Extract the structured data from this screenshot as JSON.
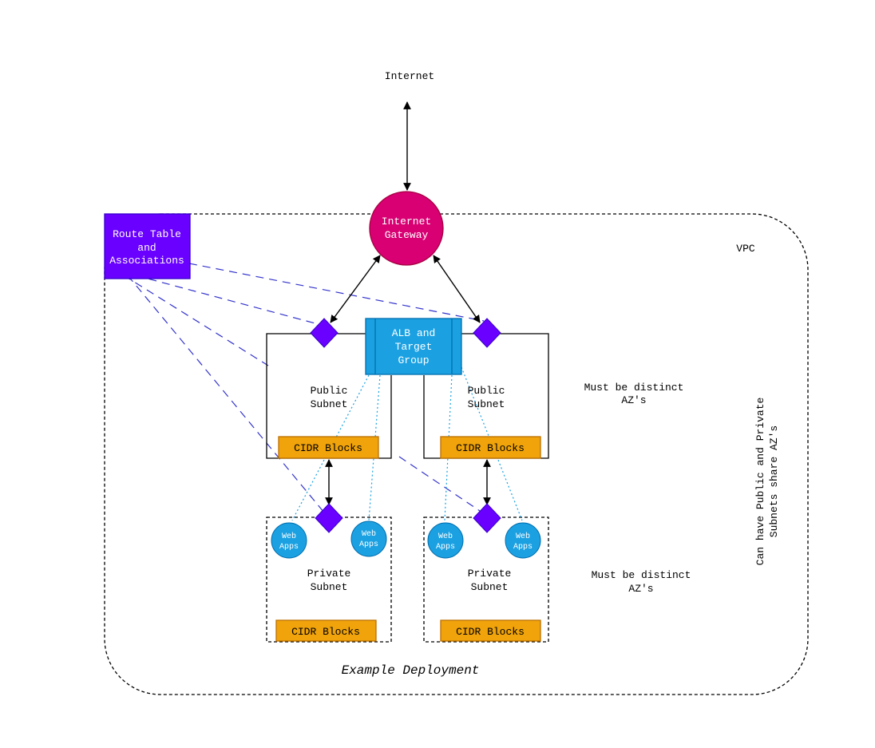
{
  "labels": {
    "internet": "Internet",
    "gateway_line1": "Internet",
    "gateway_line2": "Gateway",
    "vpc": "VPC",
    "route_line1": "Route Table",
    "route_line2": "and",
    "route_line3": "Associations",
    "alb_line1": "ALB and",
    "alb_line2": "Target",
    "alb_line3": "Group",
    "public_line1": "Public",
    "public_line2": "Subnet",
    "private_line1": "Private",
    "private_line2": "Subnet",
    "cidr": "CIDR Blocks",
    "webapps_line1": "Web",
    "webapps_line2": "Apps",
    "distinct_line1": "Must be distinct",
    "distinct_line2": "AZ's",
    "share_line1": "Can have Public and Private",
    "share_line2": "Subnets share AZ's",
    "footer": "Example Deployment"
  },
  "colors": {
    "gateway": "#d80073",
    "route_table": "#6a00ff",
    "alb": "#1ba1e2",
    "cidr": "#f0a30a",
    "diamond": "#6a00ff",
    "assoc_line": "#3333cc",
    "webapp": "#1ba1e2"
  }
}
